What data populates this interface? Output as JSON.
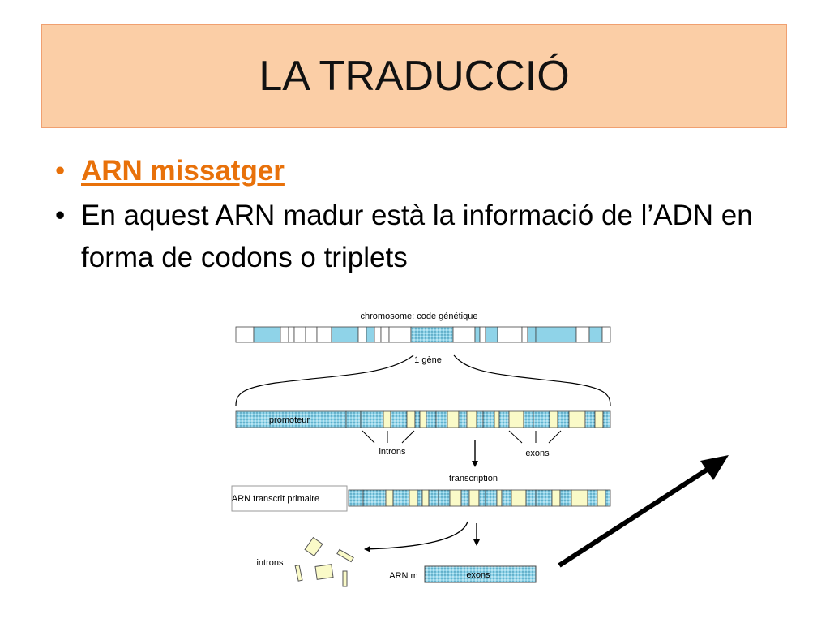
{
  "slide": {
    "title": "LA TRADUCCIÓ",
    "bullets": [
      {
        "text": "ARN missatger"
      },
      {
        "text": "En aquest ARN madur està la informació de l’ADN en forma de codons o triplets"
      }
    ]
  },
  "diagram": {
    "chromosome_label": "chromosome: code génétique",
    "gene_label": "1 gène",
    "promoter_label": "promoteur",
    "introns_label": "introns",
    "exons_label": "exons",
    "transcription_label": "transcription",
    "primary_label": "ARN transcrit primaire",
    "introns_label_2": "introns",
    "mrna_label": "ARN m",
    "exons_label_2": "exons"
  },
  "colors": {
    "title_bg": "#fbcea6",
    "accent": "#e8710a",
    "exon": "#8fd3e8",
    "intron": "#fafac8"
  }
}
